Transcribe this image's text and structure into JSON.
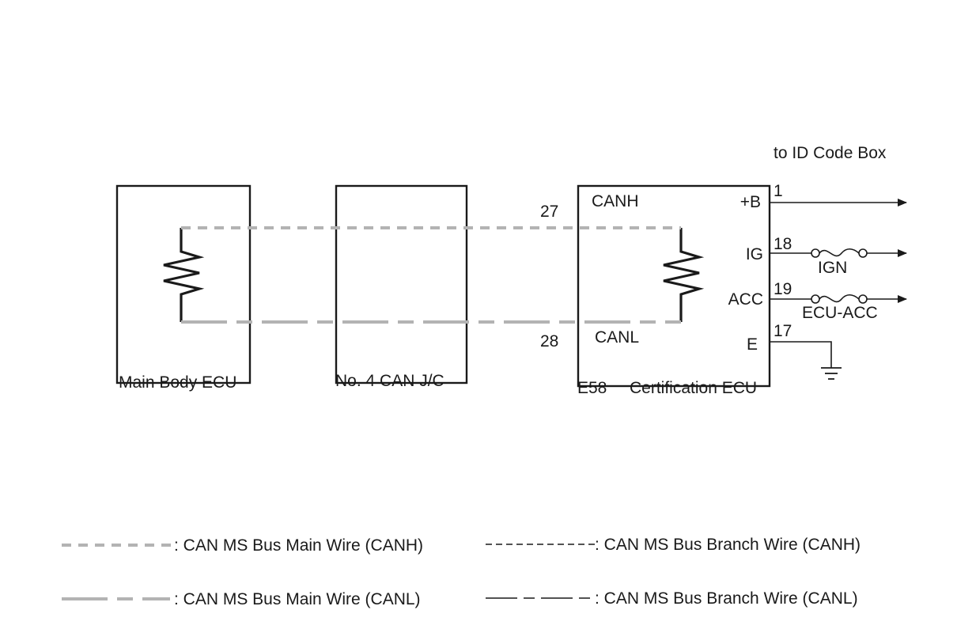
{
  "components": {
    "main_body_ecu": "Main Body ECU",
    "can_jc": "No. 4 CAN J/C",
    "cert_code": "E58",
    "cert_name": "Certification ECU"
  },
  "terminals": {
    "canh_label": "CANH",
    "canl_label": "CANL",
    "canh_pin": "27",
    "canl_pin": "28",
    "b_label": "+B",
    "b_pin": "1",
    "ig_label": "IG",
    "ig_pin": "18",
    "acc_label": "ACC",
    "acc_pin": "19",
    "e_label": "E",
    "e_pin": "17"
  },
  "connections": {
    "id_code_box": "to ID Code Box",
    "ign_fuse": "IGN",
    "ecu_acc_fuse": "ECU-ACC"
  },
  "legend": {
    "main_canh": ": CAN MS Bus Main Wire (CANH)",
    "main_canl": ": CAN MS Bus Main Wire (CANL)",
    "branch_canh": ": CAN MS Bus Branch Wire (CANH)",
    "branch_canl": ": CAN MS Bus Branch Wire (CANL)"
  },
  "colors": {
    "main_wire": "#b3b3b3",
    "branch_wire": "#1a1a1a"
  }
}
